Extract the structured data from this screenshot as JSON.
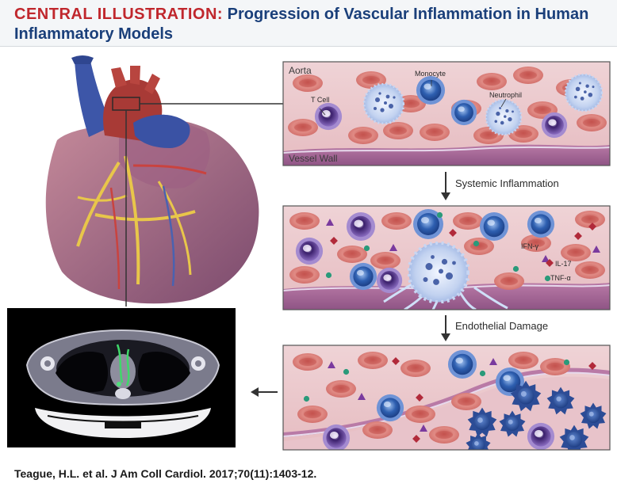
{
  "header": {
    "brand": "CENTRAL ILLUSTRATION:",
    "title_line1": "Progression of Vascular Inflammation in Human",
    "title_line2": "Inflammatory Models"
  },
  "panels": {
    "top": {
      "region_label": "Aorta",
      "wall_label": "Vessel Wall",
      "cells": {
        "t_cell": "T Cell",
        "monocyte": "Monocyte",
        "neutrophil": "Neutrophil"
      }
    },
    "middle": {
      "markers": {
        "ifn": "IFN-γ",
        "il17": "IL-17",
        "tnf": "TNF-α"
      }
    }
  },
  "steps": {
    "step1": "Systemic Inflammation",
    "step2": "Endothelial Damage"
  },
  "citation": "Teague, H.L. et al. J Am Coll Cardiol. 2017;70(11):1403-12.",
  "colors": {
    "brand_red": "#c0272d",
    "title_blue": "#1a3f7a",
    "rbc": "#d97874",
    "t_cell": "#6b4a9e",
    "monocyte": "#2e5fb0",
    "neutrophil": "#b9c9ec",
    "ifn_marker": "#7a3a9e",
    "il17_marker": "#b12a3a",
    "tnf_marker": "#2a9a7a"
  }
}
